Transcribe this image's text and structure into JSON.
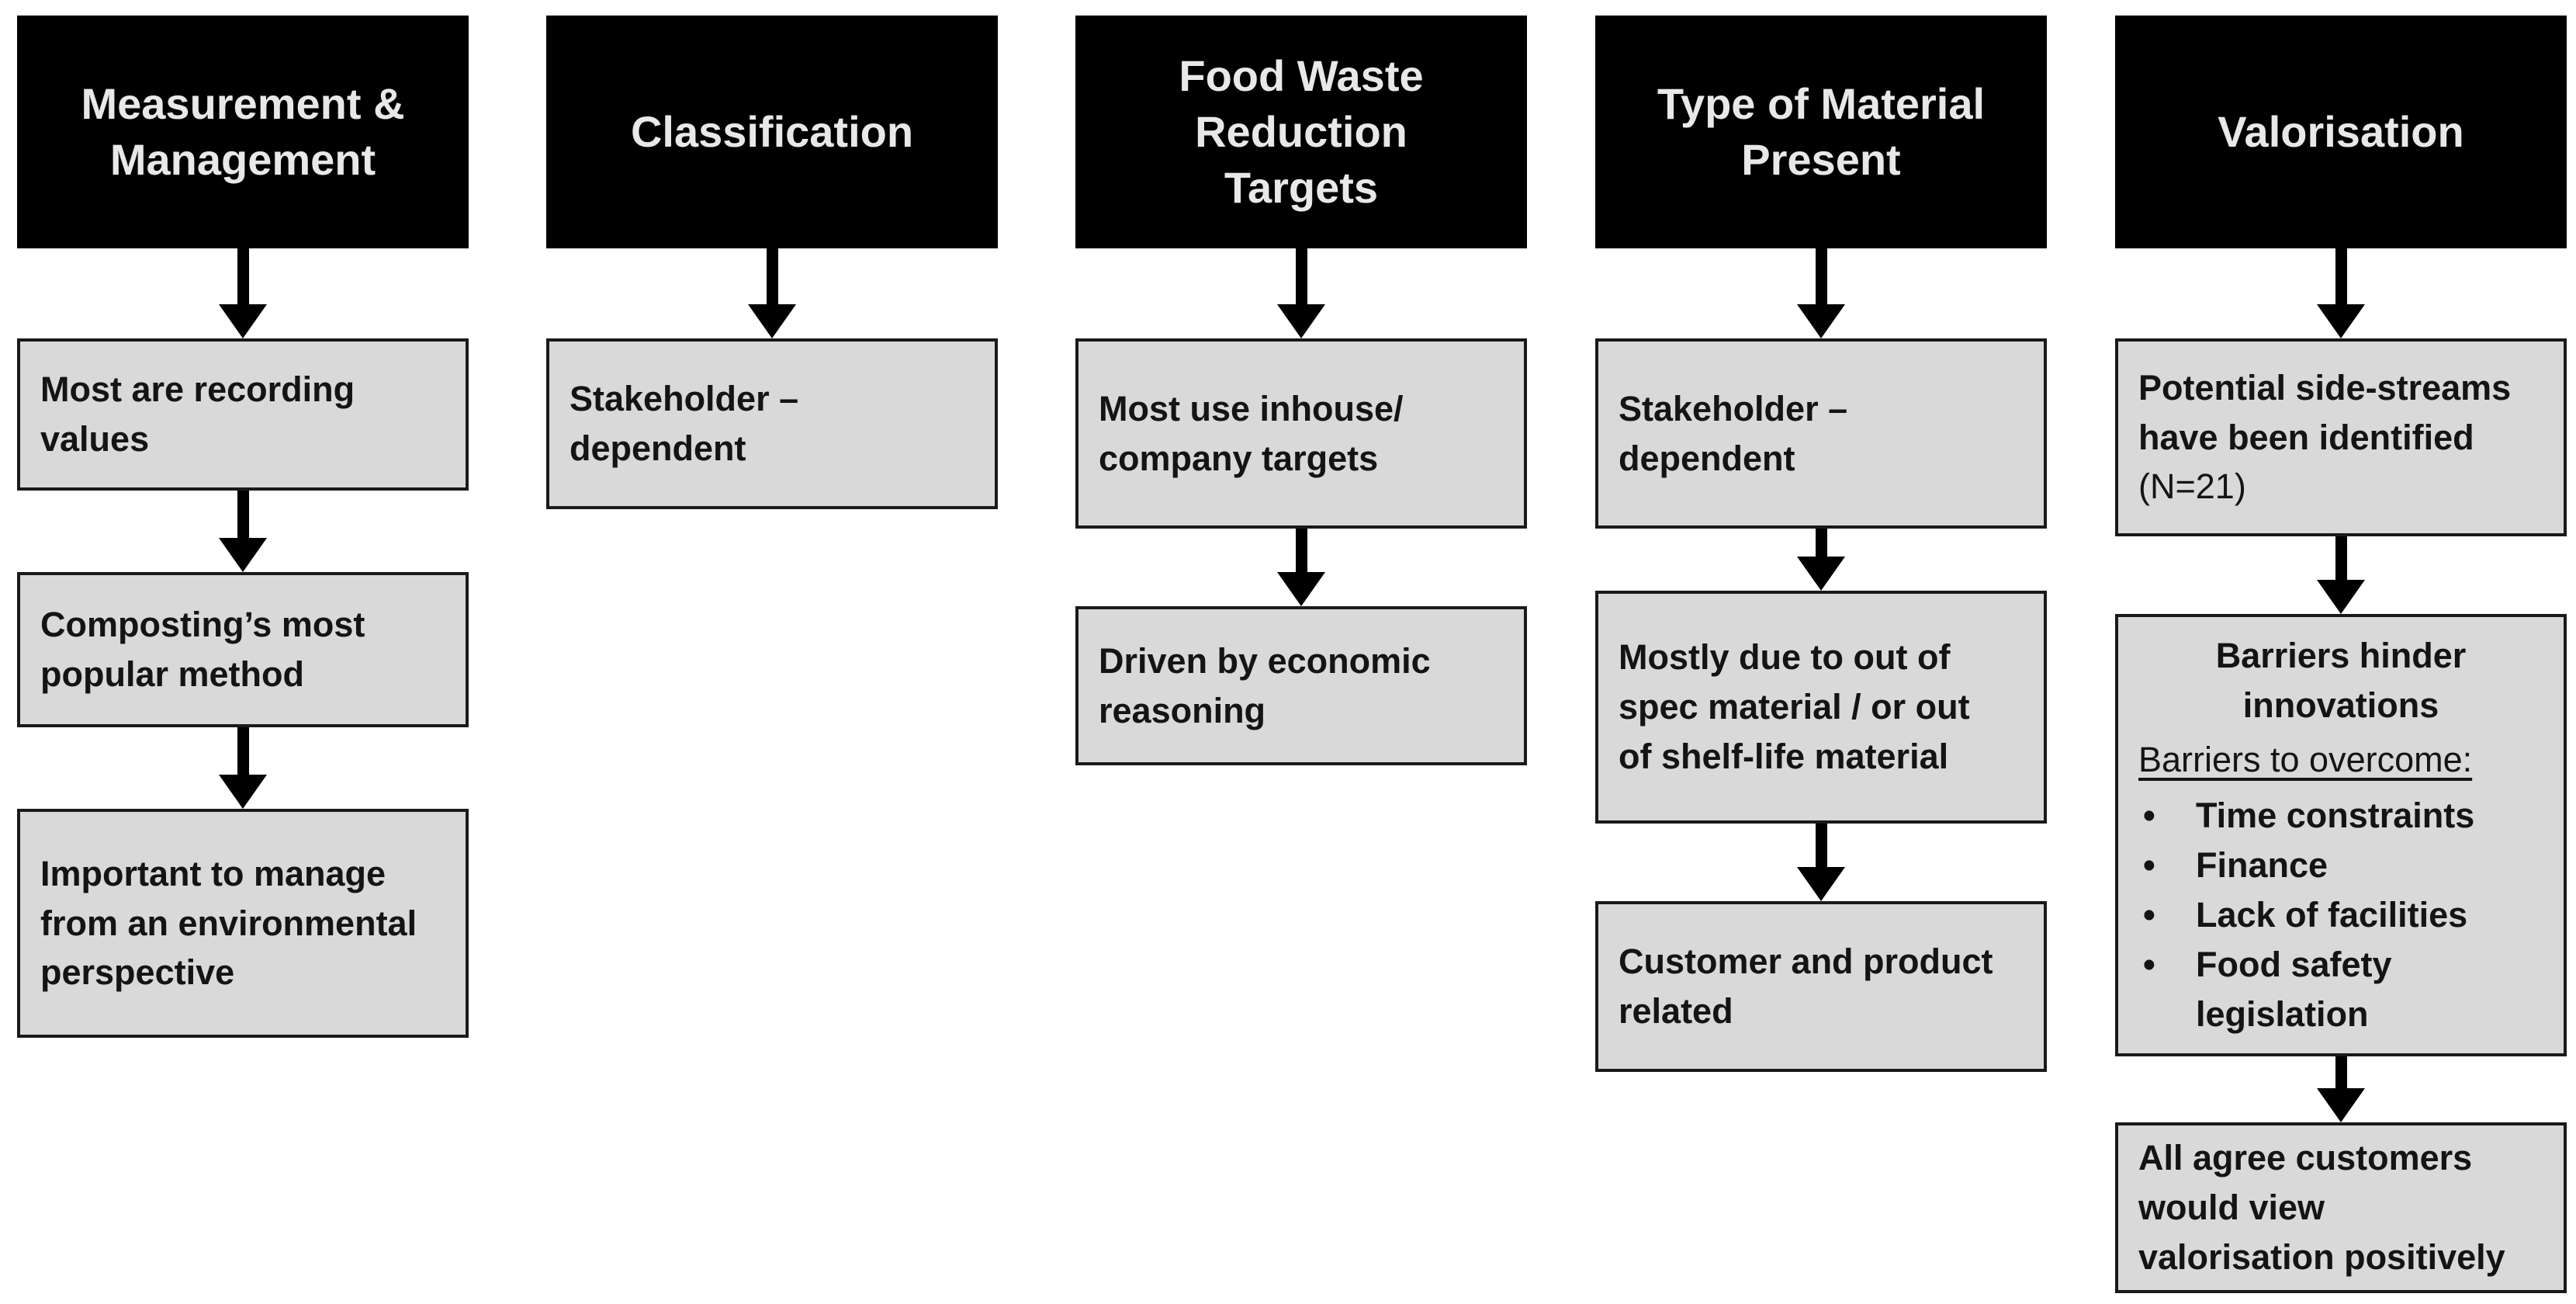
{
  "title": "Food waste interview findings flowchart",
  "colors": {
    "header_bg": "#000000",
    "header_text": "#e8e8e8",
    "box_bg": "#d9d9d9",
    "box_border": "#1a1a1a",
    "arrow": "#000000",
    "page_bg": "#ffffff"
  },
  "columns": [
    {
      "id": "measurement-management",
      "header": {
        "lines": [
          "Measurement &",
          "Management"
        ]
      },
      "boxes": [
        {
          "lines": [
            "Most are recording",
            "values"
          ]
        },
        {
          "lines": [
            "Composting’s most",
            "popular method"
          ]
        },
        {
          "lines": [
            "Important to manage",
            "from an environmental",
            "perspective"
          ]
        }
      ]
    },
    {
      "id": "classification",
      "header": {
        "lines": [
          "Classification"
        ]
      },
      "boxes": [
        {
          "lines": [
            "Stakeholder –",
            "dependent"
          ]
        }
      ]
    },
    {
      "id": "food-waste-reduction-targets",
      "header": {
        "lines": [
          "Food Waste",
          "Reduction",
          "Targets"
        ]
      },
      "boxes": [
        {
          "lines": [
            "Most use inhouse/",
            "company targets"
          ]
        },
        {
          "lines": [
            "Driven by economic",
            "reasoning"
          ]
        }
      ]
    },
    {
      "id": "type-of-material-present",
      "header": {
        "lines": [
          "Type of Material",
          "Present"
        ]
      },
      "boxes": [
        {
          "lines": [
            "Stakeholder –",
            "dependent"
          ]
        },
        {
          "lines": [
            "Mostly due to out of",
            "spec material / or out",
            "of shelf-life material"
          ]
        },
        {
          "lines": [
            "Customer and product",
            "related"
          ]
        }
      ]
    },
    {
      "id": "valorisation",
      "header": {
        "lines": [
          "Valorisation"
        ]
      },
      "boxes": [
        {
          "lines": [
            "Potential side-streams",
            "have been identified"
          ],
          "regular_lines": [
            "(N=21)"
          ]
        },
        {
          "heading_lines": [
            "Barriers hinder",
            "innovations"
          ],
          "subheading": "Barriers to overcome:",
          "bullet_char": "•",
          "bullets": [
            "Time constraints",
            "Finance",
            "Lack of facilities",
            "Food safety\nlegislation"
          ]
        },
        {
          "lines": [
            "All agree customers",
            "would view",
            "valorisation positively"
          ]
        }
      ]
    }
  ]
}
